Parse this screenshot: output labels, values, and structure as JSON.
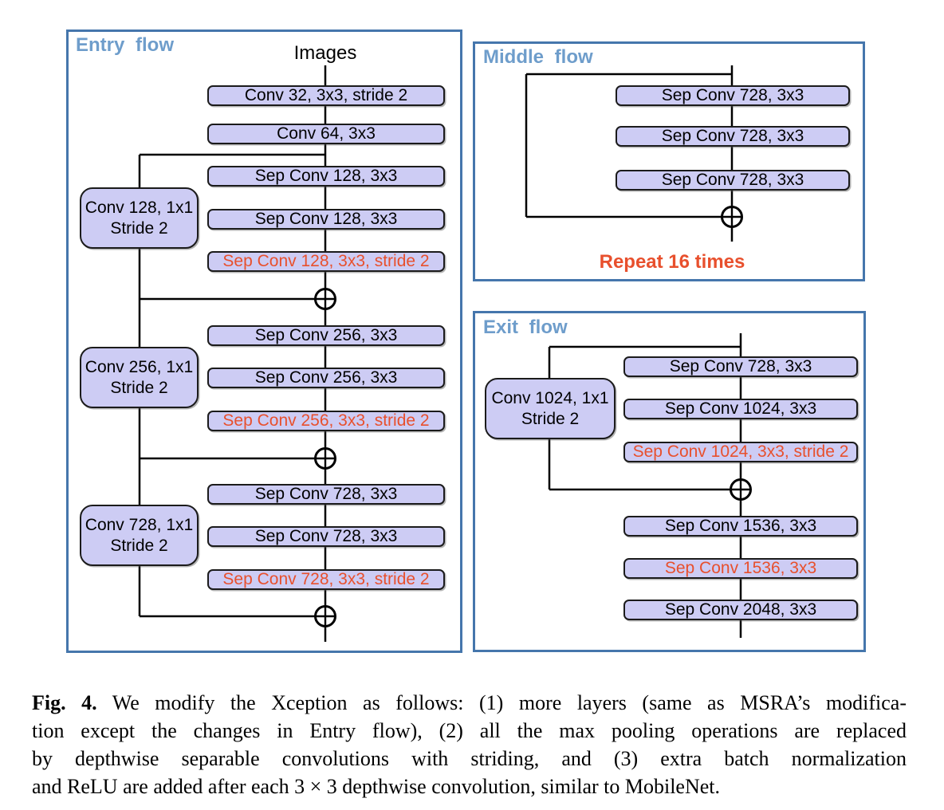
{
  "figure": {
    "entry_flow": {
      "title": "Entry flow",
      "input_label": "Images",
      "main_nodes": [
        {
          "label": "Conv 32, 3x3, stride 2",
          "highlight": false
        },
        {
          "label": "Conv 64, 3x3",
          "highlight": false
        },
        {
          "label": "Sep Conv 128, 3x3",
          "highlight": false
        },
        {
          "label": "Sep Conv 128, 3x3",
          "highlight": false
        },
        {
          "label": "Sep Conv 128, 3x3, stride 2",
          "highlight": true
        },
        {
          "label": "Sep Conv 256, 3x3",
          "highlight": false
        },
        {
          "label": "Sep Conv 256, 3x3",
          "highlight": false
        },
        {
          "label": "Sep Conv 256, 3x3, stride 2",
          "highlight": true
        },
        {
          "label": "Sep Conv 728, 3x3",
          "highlight": false
        },
        {
          "label": "Sep Conv 728, 3x3",
          "highlight": false
        },
        {
          "label": "Sep Conv 728, 3x3, stride 2",
          "highlight": true
        }
      ],
      "skip_nodes": [
        {
          "line1": "Conv 128, 1x1",
          "line2": "Stride 2"
        },
        {
          "line1": "Conv 256, 1x1",
          "line2": "Stride 2"
        },
        {
          "line1": "Conv 728, 1x1",
          "line2": "Stride 2"
        }
      ]
    },
    "middle_flow": {
      "title": "Middle flow",
      "main_nodes": [
        {
          "label": "Sep Conv 728, 3x3",
          "highlight": false
        },
        {
          "label": "Sep Conv 728, 3x3",
          "highlight": false
        },
        {
          "label": "Sep Conv 728, 3x3",
          "highlight": false
        }
      ],
      "repeat_label": "Repeat 16 times"
    },
    "exit_flow": {
      "title": "Exit flow",
      "main_nodes": [
        {
          "label": "Sep Conv 728, 3x3",
          "highlight": false
        },
        {
          "label": "Sep Conv 1024, 3x3",
          "highlight": false
        },
        {
          "label": "Sep Conv 1024, 3x3, stride 2",
          "highlight": true
        },
        {
          "label": "Sep Conv 1536, 3x3",
          "highlight": false
        },
        {
          "label": "Sep Conv 1536, 3x3",
          "highlight": true
        },
        {
          "label": "Sep Conv 2048, 3x3",
          "highlight": false
        }
      ],
      "skip_node": {
        "line1": "Conv 1024, 1x1",
        "line2": "Stride 2"
      }
    },
    "merge_symbol": "⊕"
  },
  "caption": {
    "prefix": "Fig. 4.",
    "lines": [
      "We modify the Xception as follows: (1) more layers (same as MSRA’s modifica-",
      "tion except the changes in Entry flow), (2) all the max pooling operations are replaced",
      "by depthwise separable convolutions with striding, and (3) extra batch normalization",
      "and ReLU are added after each 3 × 3 depthwise convolution, similar to MobileNet."
    ]
  },
  "colors": {
    "panel_border": "#4576ac",
    "flow_title": "#6e9dcb",
    "node_fill": "#cdccf4",
    "node_border": "#1b1b1b",
    "highlight_text": "#e8502d",
    "wire": "#000000"
  }
}
